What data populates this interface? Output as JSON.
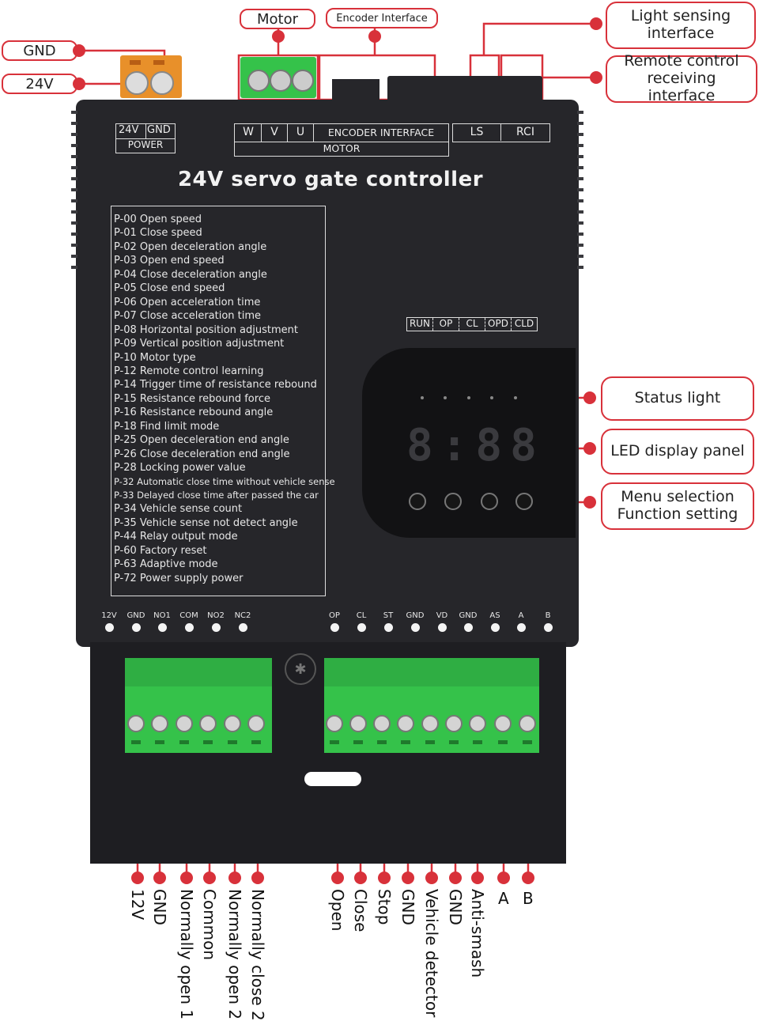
{
  "top_labels": {
    "gnd": "GND",
    "v24": "24V",
    "motor": "Motor",
    "encoder": "Encoder Interface",
    "light_sensing": "Light sensing interface",
    "remote_control": "Remote control receiving interface"
  },
  "device": {
    "title": "24V servo gate controller",
    "power_box": {
      "v24": "24V",
      "gnd": "GND",
      "power": "POWER"
    },
    "motor_box": {
      "w": "W",
      "v": "V",
      "u": "U",
      "encoder": "ENCODER INTERFACE",
      "motor": "MOTOR"
    },
    "ls": "LS",
    "rci": "RCI",
    "status_row": [
      "RUN",
      "OP",
      "CL",
      "OPD",
      "CLD"
    ],
    "display": "8:88",
    "parameters": [
      "P-00 Open speed",
      "P-01 Close speed",
      "P-02 Open deceleration angle",
      "P-03 Open end speed",
      "P-04 Close deceleration angle",
      "P-05 Close end speed",
      "P-06 Open acceleration time",
      "P-07 Close acceleration time",
      "P-08 Horizontal position adjustment",
      "P-09 Vertical position adjustment",
      "P-10 Motor type",
      "P-12 Remote control learning",
      "P-14 Trigger time of resistance rebound",
      "P-15 Resistance rebound force",
      "P-16 Resistance rebound angle",
      "P-18 Find limit mode",
      "P-25 Open deceleration end angle",
      "P-26 Close deceleration end angle",
      "P-28 Locking power value",
      "P-32 Automatic close time without vehicle sense",
      "P-33 Delayed close time after passed the car",
      "P-34 Vehicle sense count",
      "P-35 Vehicle sense not detect angle",
      "P-44 Relay output mode",
      "P-60 Factory reset",
      "P-63 Adaptive mode",
      "P-72 Power supply power"
    ],
    "left_terminals": [
      "12V",
      "GND",
      "NO1",
      "COM",
      "NO2",
      "NC2"
    ],
    "right_terminals": [
      "OP",
      "CL",
      "ST",
      "GND",
      "VD",
      "GND",
      "AS",
      "A",
      "B"
    ]
  },
  "side_labels": {
    "status_light": "Status light",
    "led_display": "LED display panel",
    "menu": "Menu selection Function setting"
  },
  "bottom_labels": {
    "left": [
      "12V",
      "GND",
      "Normally open 1",
      "Common",
      "Normally open 2",
      "Normally close 2"
    ],
    "right": [
      "Open",
      "Close",
      "Stop",
      "GND",
      "Vehicle detector",
      "GND",
      "Anti-smash",
      "A",
      "B"
    ]
  },
  "colors": {
    "accent_red": "#d8313a",
    "terminal_green": "#35c24a",
    "terminal_orange": "#e8902a",
    "housing": "#26262a"
  }
}
